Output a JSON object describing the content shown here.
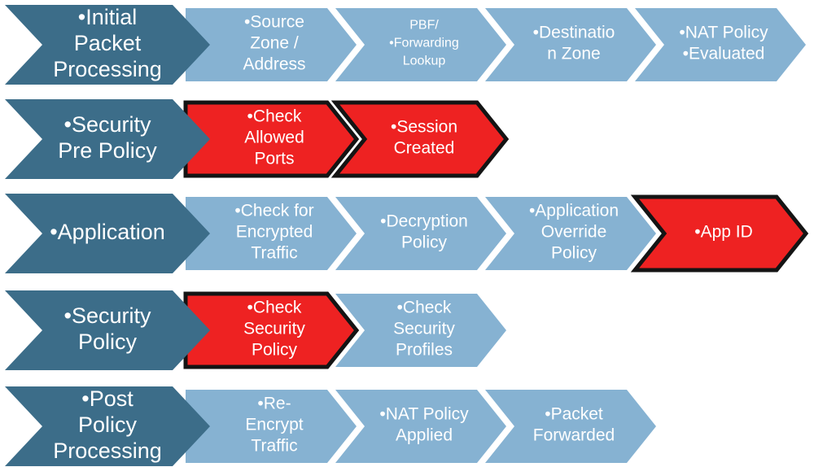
{
  "colors": {
    "phase_fill": "#3c6d89",
    "step_fill": "#86b2d2",
    "highlight_fill": "#ee2222",
    "highlight_stroke": "#141414",
    "text": "#ffffff"
  },
  "rows": [
    {
      "phase": [
        "•Initial",
        "Packet",
        "Processing"
      ],
      "steps": [
        {
          "lines": [
            "•Source",
            "Zone /",
            "Address"
          ],
          "highlight": false
        },
        {
          "lines": [
            "PBF/",
            "•Forwarding",
            "Lookup"
          ],
          "highlight": false,
          "small": true
        },
        {
          "lines": [
            "•Destinatio",
            "n Zone"
          ],
          "highlight": false
        },
        {
          "lines": [
            "•NAT Policy",
            "•Evaluated"
          ],
          "highlight": false
        }
      ]
    },
    {
      "phase": [
        "•Security",
        "Pre Policy"
      ],
      "steps": [
        {
          "lines": [
            "•Check",
            "Allowed",
            "Ports"
          ],
          "highlight": true
        },
        {
          "lines": [
            "•Session",
            "Created"
          ],
          "highlight": true
        }
      ]
    },
    {
      "phase": [
        "•Application"
      ],
      "steps": [
        {
          "lines": [
            "•Check for",
            "Encrypted",
            "Traffic"
          ],
          "highlight": false
        },
        {
          "lines": [
            "•Decryption",
            "Policy"
          ],
          "highlight": false
        },
        {
          "lines": [
            "•Application",
            "Override",
            "Policy"
          ],
          "highlight": false
        },
        {
          "lines": [
            "•App ID"
          ],
          "highlight": true
        }
      ]
    },
    {
      "phase": [
        "•Security",
        "Policy"
      ],
      "steps": [
        {
          "lines": [
            "•Check",
            "Security",
            "Policy"
          ],
          "highlight": true
        },
        {
          "lines": [
            "•Check",
            "Security",
            "Profiles"
          ],
          "highlight": false
        }
      ]
    },
    {
      "phase": [
        "•Post",
        "Policy",
        "Processing"
      ],
      "steps": [
        {
          "lines": [
            "•Re-",
            "Encrypt",
            "Traffic"
          ],
          "highlight": false
        },
        {
          "lines": [
            "•NAT Policy",
            "Applied"
          ],
          "highlight": false
        },
        {
          "lines": [
            "•Packet",
            "Forwarded"
          ],
          "highlight": false
        }
      ]
    }
  ]
}
